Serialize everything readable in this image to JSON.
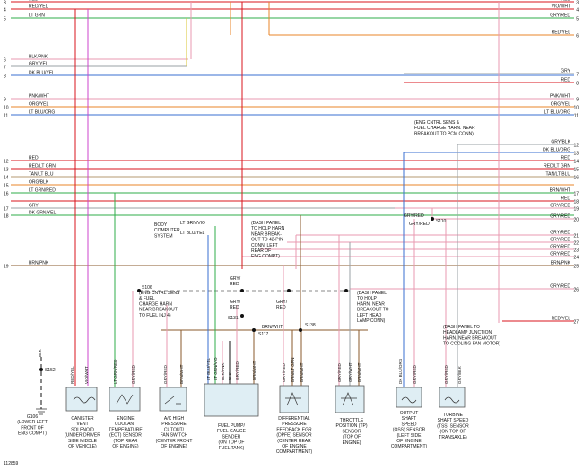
{
  "figure_id": "112859",
  "left_labels": [
    {
      "num": "3",
      "text": "RED"
    },
    {
      "num": "4",
      "text": "RED/YEL"
    },
    {
      "num": "5",
      "text": "LT GRN"
    },
    {
      "num": "6",
      "text": "BLK/PNK"
    },
    {
      "num": "7",
      "text": "GRY/YEL"
    },
    {
      "num": "8",
      "text": "DK BLU/YEL"
    },
    {
      "num": "9",
      "text": "PNK/WHT"
    },
    {
      "num": "10",
      "text": "ORG/YEL"
    },
    {
      "num": "11",
      "text": "LT BLU/ORG"
    },
    {
      "num": "12",
      "text": "RED"
    },
    {
      "num": "13",
      "text": "RED/LT GRN"
    },
    {
      "num": "14",
      "text": "TAN/LT BLU"
    },
    {
      "num": "15",
      "text": "ORG/BLK"
    },
    {
      "num": "16",
      "text": "LT GRN/RED"
    },
    {
      "num": "17",
      "text": "GRY"
    },
    {
      "num": "18",
      "text": "DK GRN/YEL"
    },
    {
      "num": "19",
      "text": "BRN/PNK"
    }
  ],
  "right_labels": [
    {
      "num": "3",
      "text": "RED"
    },
    {
      "num": "4",
      "text": "VIO/WHT"
    },
    {
      "num": "5",
      "text": "GRY/RED"
    },
    {
      "num": "6",
      "text": "RED/YEL"
    },
    {
      "num": "7",
      "text": "GRY"
    },
    {
      "num": "8",
      "text": "RED"
    },
    {
      "num": "9",
      "text": "PNK/WHT"
    },
    {
      "num": "10",
      "text": "ORG/YEL"
    },
    {
      "num": "11",
      "text": "LT BLU/ORG"
    },
    {
      "num": "12",
      "text": "GRY/BLK"
    },
    {
      "num": "13",
      "text": "DK BLU/ORG"
    },
    {
      "num": "14",
      "text": "RED"
    },
    {
      "num": "15",
      "text": "RED/LT GRN"
    },
    {
      "num": "16",
      "text": "TAN/LT BLU"
    },
    {
      "num": "17",
      "text": "BRN/WHT"
    },
    {
      "num": "18",
      "text": "RED"
    },
    {
      "num": "19",
      "text": "GRY/RED"
    },
    {
      "num": "20",
      "text": "GRY/RED"
    },
    {
      "num": "21",
      "text": "GRY/RED"
    },
    {
      "num": "22",
      "text": "GRY/RED"
    },
    {
      "num": "23",
      "text": "GRY/RED"
    },
    {
      "num": "24",
      "text": "GRY/RED"
    },
    {
      "num": "25",
      "text": "BRN/PNK"
    },
    {
      "num": "26",
      "text": "GRY/RED"
    },
    {
      "num": "27",
      "text": "RED/YEL"
    }
  ],
  "splices": {
    "s110": "S110",
    "s106": "S106",
    "s131": "S131",
    "s117": "S117",
    "s138": "S138",
    "s152": "S152",
    "g106": "G106"
  },
  "notes": {
    "pcm_conn": [
      "(ENG CNTRL SENS &",
      "FUEL CHARGE HARN. NEAR",
      "BREAKOUT TO PCM CONN)"
    ],
    "body_computer": [
      "BODY",
      "COMPUTER",
      "SYSTEM"
    ],
    "dash_holp": [
      "(DASH PANEL",
      "TO HOLP HARN",
      "NEAR BREAK-",
      "OUT TO 42-PIN",
      "CONN, LEFT",
      "REAR OF",
      "ENG COMPT)"
    ],
    "fuel_inj": [
      "(ENG CNTRL SENS",
      "& FUEL",
      "CHARGE HARN",
      "NEAR BREAKOUT",
      "TO FUEL INJ 4)"
    ],
    "dash_head": [
      "(DASH PANEL",
      "TO HOLP",
      "HARN, NEAR",
      "BREAKOUT TO",
      "LEFT HEAD",
      "LAMP CONN)"
    ],
    "dash_fan": [
      "(DASH PANEL TO",
      "HEADLAMP JUNCTION",
      "HARN. NEAR BREAKOUT",
      "TO COOLING FAN MOTOR)"
    ]
  },
  "inline_wires": {
    "body_a": "LT GRN/VIO",
    "body_b": "LT BLU/YEL",
    "gry_red_a": "GRY/",
    "gry_red_b": "RED",
    "brn_wht": "BRN/WHT",
    "gry_red_110a": "GRY/RED",
    "gry_red_110b": "GRY/RED"
  },
  "components": [
    {
      "id": "canister",
      "label": [
        "CANISTER",
        "VENT",
        "SOLENOID",
        "(UNDER DRIVER",
        "SIDE MIDDLE",
        "OF VEHICLE)"
      ],
      "wires": [
        "RED/YEL",
        "VIO/WHT"
      ]
    },
    {
      "id": "ect",
      "label": [
        "ENGINE",
        "COOLANT",
        "TEMPERATURE",
        "(ECT) SENSOR",
        "(TOP REAR",
        "OF ENGINE)"
      ],
      "wires": [
        "LT GRN/RED",
        "GRY/RED"
      ]
    },
    {
      "id": "ac",
      "label": [
        "A/C HIGH",
        "PRESSURE",
        "CUTOUT/",
        "FAN SWITCH",
        "(CENTER FRONT",
        "OF ENGINE)"
      ],
      "wires": [
        "GRY/RED",
        "BRN/WHT"
      ]
    },
    {
      "id": "fuel",
      "label": [
        "FUEL PUMP/",
        "FUEL GAUGE",
        "SENDER",
        "(ON TOP OF",
        "FUEL TANK)"
      ],
      "wires": [
        "LT BLU/YEL",
        "LT GRN/VIO",
        "BLK/PNK",
        "BLK",
        "GRY/RED",
        "BRN/WHT"
      ]
    },
    {
      "id": "dpfe",
      "label": [
        "DIFFERENTIAL",
        "PRESSURE",
        "FEEDBACK EGR",
        "(DPFE) SENSOR",
        "(CENTER REAR",
        "OF ENGINE",
        "COMPARTMENT)"
      ],
      "wires": [
        "GRY/RED",
        "BRN/LT GRN",
        "BRN/WHT"
      ]
    },
    {
      "id": "tp",
      "label": [
        "THROTTLE",
        "POSITION (TP)",
        "SENSOR",
        "(TOP OF",
        "ENGINE)"
      ],
      "wires": [
        "GRY/RED",
        "GRY/WHT",
        "BRN/WHT"
      ]
    },
    {
      "id": "oss",
      "label": [
        "OUTPUT",
        "SHAFT",
        "SPEED",
        "(OSS) SENSOR",
        "(LEFT SIDE",
        "OF ENGINE",
        "COMPARTMENT)"
      ],
      "wires": [
        "DK BLU/ORG",
        "GRY/RED"
      ]
    },
    {
      "id": "tss",
      "label": [
        "TURBINE",
        "SHAFT SPEED",
        "(TSS) SENSOR",
        "(ON TOP OF",
        "TRANSAXLE)"
      ],
      "wires": [
        "GRY/RED",
        "GRY/BLK"
      ]
    },
    {
      "id": "ground",
      "label": [
        "G106",
        "(LOWER LEFT",
        "FRONT OF",
        "ENG COMPT)"
      ],
      "wires": [
        "BLK"
      ]
    }
  ],
  "colors": {
    "red": "#d8141e",
    "orange": "#e8852a",
    "pink": "#e89ab0",
    "violet": "#cc44cc",
    "gray": "#9aa0a6",
    "green": "#2fae4a",
    "brown": "#8a5a2b",
    "blue": "#3a6fd0",
    "tan": "#b59a70",
    "yellow": "#d9c531",
    "black": "#111111"
  }
}
